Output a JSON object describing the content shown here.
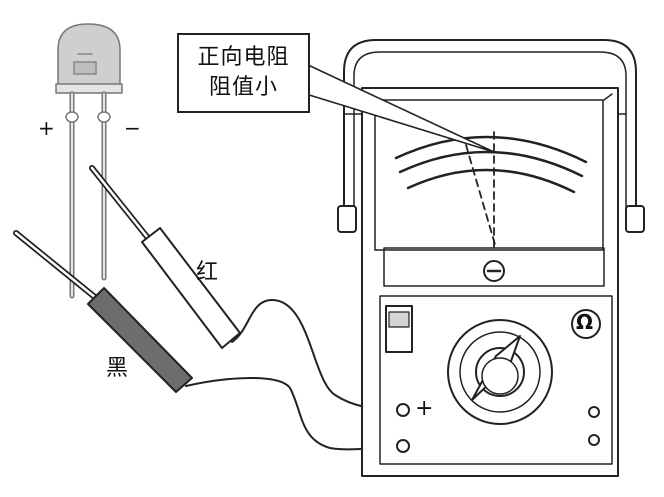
{
  "callout": {
    "line1": "正向电阻",
    "line2": "阻值小"
  },
  "led": {
    "plus": "+",
    "minus": "−"
  },
  "probes": {
    "red": "红",
    "black": "黑"
  },
  "meter": {
    "terminal_plus": "+",
    "ohm_symbol": "Ω"
  },
  "colors": {
    "ink": "#222222",
    "paper": "#ffffff",
    "probe_dark": "#6d6d6d",
    "led_glass": "#cfcfcf"
  }
}
